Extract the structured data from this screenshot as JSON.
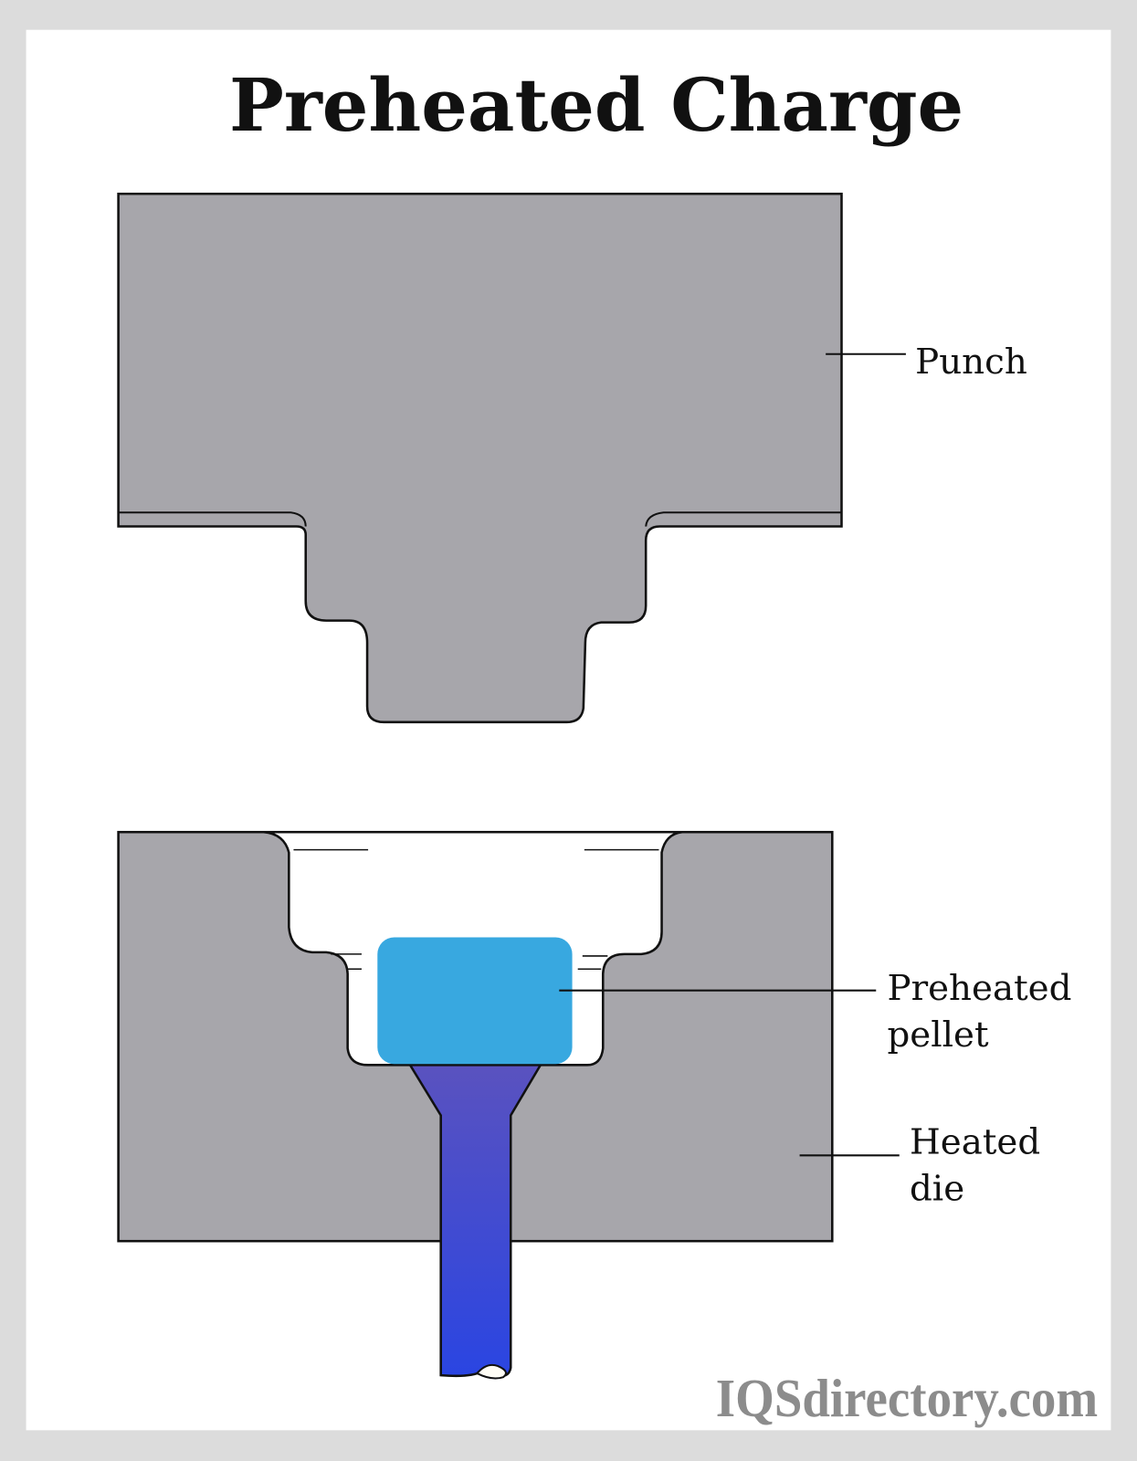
{
  "title": "Preheated Charge",
  "labels": {
    "punch": "Punch",
    "pellet_line1": "Preheated",
    "pellet_line2": "pellet",
    "die_line1": "Heated",
    "die_line2": "die"
  },
  "watermark": "IQSdirectory.com",
  "colors": {
    "frame": "#dcdcdc",
    "metal": "#a7a6ab",
    "pellet": "#38a8e0",
    "rod_top": "#5a52bf",
    "rod_bottom": "#2a45e2",
    "watermark": "#8c8c8c"
  }
}
